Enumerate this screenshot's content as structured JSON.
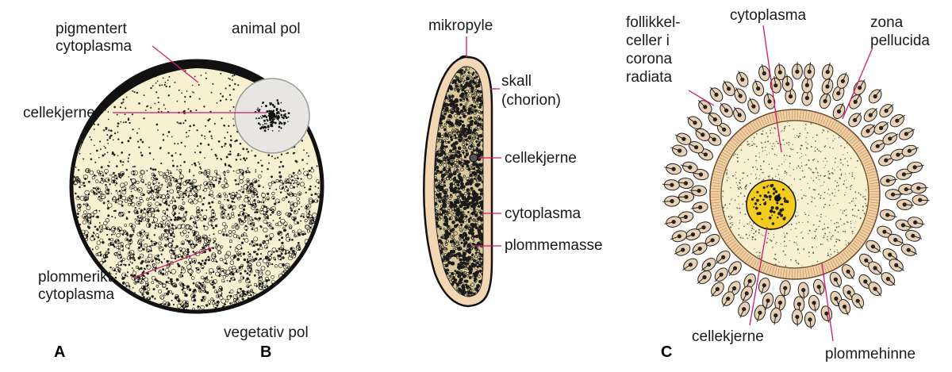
{
  "panels": {
    "a": {
      "letter": "A",
      "labels": {
        "pigment": [
          "pigmentert",
          "cytoplasma"
        ],
        "animal_pole": "animal pol",
        "nucleus": "cellekjerne",
        "yolk_rich": [
          "plommerikt",
          "cytoplasma"
        ],
        "vegetal_pole": "vegetativ pol"
      }
    },
    "b": {
      "letter": "B",
      "labels": {
        "micropyle": "mikropyle",
        "shell": [
          "skall",
          "(chorion)"
        ],
        "nucleus": "cellekjerne",
        "cytoplasm": "cytoplasma",
        "yolk": "plommemasse"
      }
    },
    "c": {
      "letter": "C",
      "labels": {
        "follicle": [
          "follikkel-",
          "celler i",
          "corona",
          "radiata"
        ],
        "cytoplasm": "cytoplasma",
        "zona": [
          "zona",
          "pellucida"
        ],
        "nucleus": "cellekjerne",
        "membrane": "plommehinne"
      }
    }
  },
  "colors": {
    "cell_fill": "#f7f1d2",
    "shell_fill": "#f3d7b4",
    "dark_stipple": "#111111",
    "nucleus_light": "#e7e6e2",
    "nucleus_yellow": "#f4cc1f",
    "leader_line": "#d01a6e",
    "corona_cell": "#e8d1b5"
  }
}
